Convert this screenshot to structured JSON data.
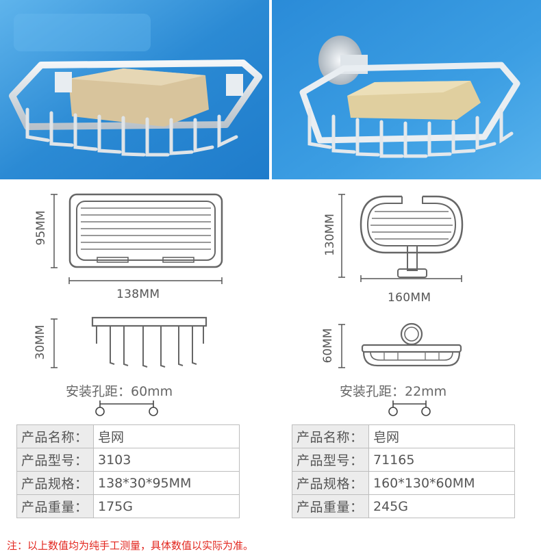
{
  "left": {
    "photo_icon": "soap-basket-photo",
    "dim_height": "95MM",
    "dim_width": "138MM",
    "dim_depth": "30MM",
    "hole_label": "安装孔距：60mm",
    "specs": [
      {
        "key": "产品名称：",
        "value": "皂网"
      },
      {
        "key": "产品型号：",
        "value": "3103"
      },
      {
        "key": "产品规格：",
        "value": "138*30*95MM"
      },
      {
        "key": "产品重量：",
        "value": "175G"
      }
    ]
  },
  "right": {
    "photo_icon": "wall-mounted-soap-basket-photo",
    "dim_height": "130MM",
    "dim_width": "160MM",
    "dim_depth": "60MM",
    "hole_label": "安装孔距：22mm",
    "specs": [
      {
        "key": "产品名称：",
        "value": "皂网"
      },
      {
        "key": "产品型号：",
        "value": "71165"
      },
      {
        "key": "产品规格：",
        "value": "160*130*60MM"
      },
      {
        "key": "产品重量：",
        "value": "245G"
      }
    ]
  },
  "note": "注：以上数值均为纯手工测量，具体数值以实际为准。",
  "colors": {
    "photo_blue": "#2d8fd6",
    "line_gray": "#666666",
    "table_key_bg": "#ececec",
    "note_red": "#e2261e"
  }
}
